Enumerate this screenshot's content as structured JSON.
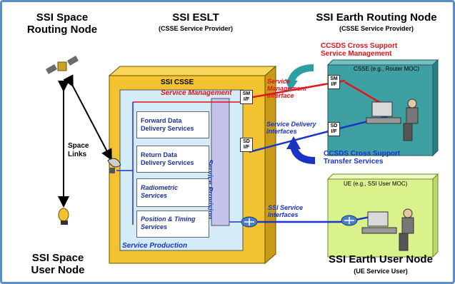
{
  "space_routing_node": {
    "line1": "SSI Space",
    "line2": "Routing Node"
  },
  "eslt": {
    "title": "SSI ESLT",
    "subtitle": "(CSSE Service Provider)"
  },
  "earth_routing_node": {
    "title": "SSI Earth Routing Node",
    "subtitle": "(CSSE Service Provider)"
  },
  "space_user_node": {
    "line1": "SSI Space",
    "line2": "User Node"
  },
  "earth_user_node": {
    "title": "SSI Earth User Node",
    "subtitle": "(UE Service User)"
  },
  "space_links": {
    "line1": "Space",
    "line2": "Links"
  },
  "csse": {
    "title": "SSI CSSE",
    "service_management": "Service Management",
    "service_provision": "Service Provision",
    "service_production": "Service Production",
    "sm_if": {
      "line1": "SM",
      "line2": "I/F"
    },
    "sd_if": {
      "line1": "SD",
      "line2": "I/F"
    }
  },
  "services": [
    {
      "line1": "Forward Data",
      "line2": "Delivery Services"
    },
    {
      "line1": "Return Data",
      "line2": "Delivery Services"
    },
    {
      "line1": "Radiometric",
      "line2": "Services"
    },
    {
      "line1": "Position & Timing",
      "line2": "Services"
    }
  ],
  "router_moc": {
    "label": "CSSE (e.g., Router MOC)",
    "sm_if": {
      "line1": "SM",
      "line2": "I/F"
    },
    "sd_if": {
      "line1": "SD",
      "line2": "I/F"
    }
  },
  "user_moc": {
    "label": "UE (e.g., SSI User MOC)"
  },
  "annotations": {
    "cross_support_mgmt": {
      "line1": "CCSDS Cross Support",
      "line2": "Service Management"
    },
    "cross_support_transfer": {
      "line1": "CCSDS Cross Support",
      "line2": "Transfer Services"
    },
    "service_mgmt_interface": {
      "line1": "Service",
      "line2": "Management",
      "line3": "Interface"
    },
    "service_delivery_interfaces": {
      "line1": "Service Delivery",
      "line2": "Interfaces"
    },
    "ssi_service_interfaces": {
      "line1": "SSI Service",
      "line2": "Interfaces"
    }
  },
  "colors": {
    "red_link": "#e0141e",
    "blue_link": "#1a35c9",
    "eslt_box": "#f2c230",
    "router_box": "#3fa0a3",
    "user_box": "#d9f28c",
    "frame": "#5b8fc7"
  }
}
